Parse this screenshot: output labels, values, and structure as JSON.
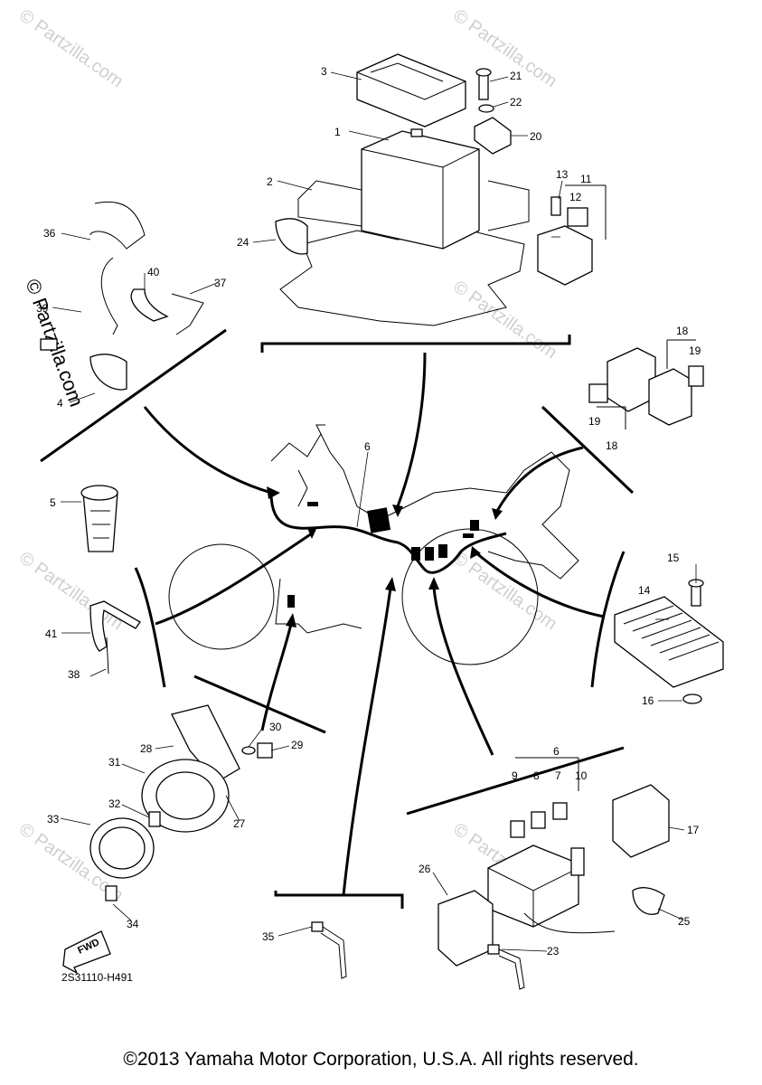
{
  "watermark": "© Partzilla.com",
  "diagram_code": "2S31110-H491",
  "fwd_label": "FWD",
  "copyright": "©2013 Yamaha Motor Corporation, U.S.A. All rights reserved.",
  "callouts": {
    "c1": "1",
    "c2": "2",
    "c3": "3",
    "c4": "4",
    "c5": "5",
    "c6": "6",
    "c6b": "6",
    "c7": "7",
    "c8": "8",
    "c9": "9",
    "c10": "10",
    "c11": "11",
    "c12": "12",
    "c13": "13",
    "c14": "14",
    "c15": "15",
    "c16": "16",
    "c17": "17",
    "c18": "18",
    "c18b": "18",
    "c19": "19",
    "c19b": "19",
    "c20": "20",
    "c21": "21",
    "c22": "22",
    "c23": "23",
    "c24": "24",
    "c25": "25",
    "c26": "26",
    "c27": "27",
    "c28": "28",
    "c29": "29",
    "c30": "30",
    "c31": "31",
    "c32": "32",
    "c33": "33",
    "c34": "34",
    "c35": "35",
    "c36": "36",
    "c37": "37",
    "c38": "38",
    "c39": "39",
    "c40": "40",
    "c41": "41"
  }
}
